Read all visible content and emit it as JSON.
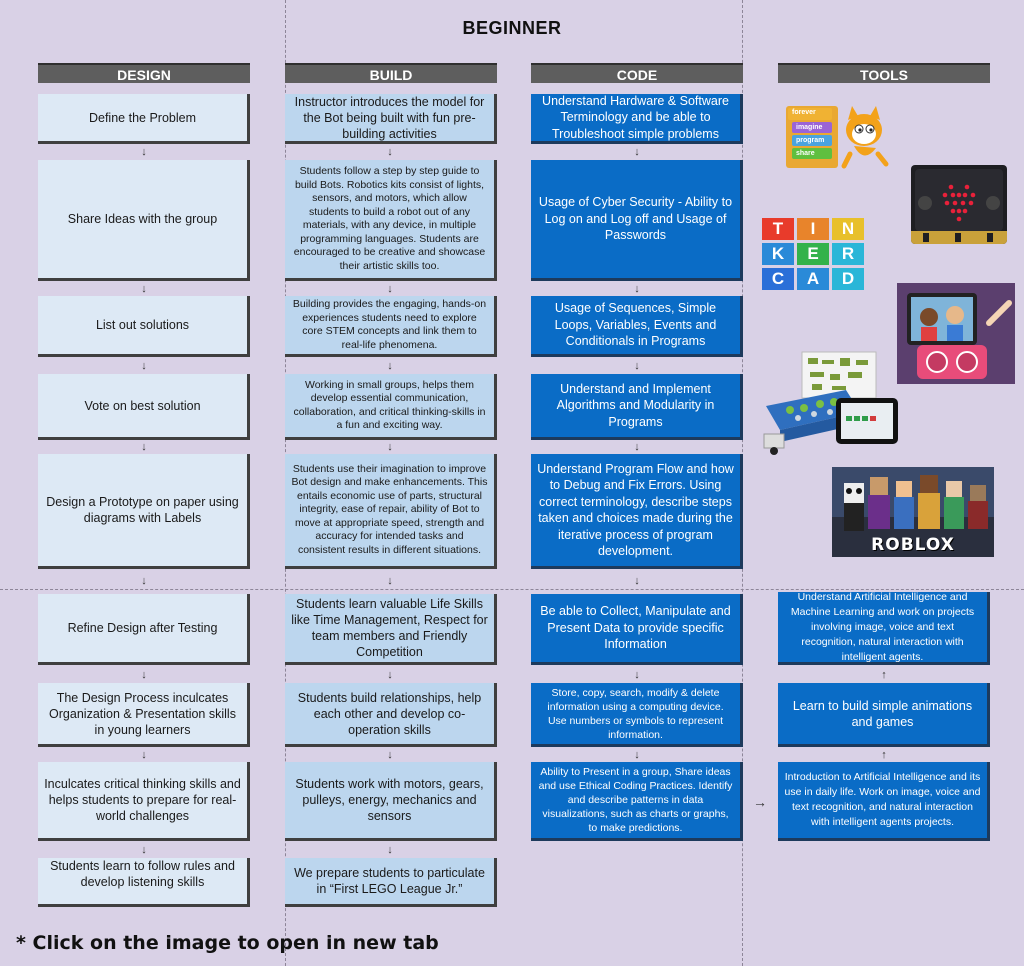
{
  "title": "BEGINNER",
  "columns": {
    "design": "DESIGN",
    "build": "BUILD",
    "code": "CODE",
    "tools": "TOOLS"
  },
  "design": [
    "Define the Problem",
    "Share Ideas with the group",
    "List out solutions",
    "Vote on best solution",
    "Design a Prototype on paper using diagrams with Labels",
    "Refine Design after Testing",
    "The Design Process inculcates Organization & Presentation skills in young learners",
    "Inculcates critical thinking skills and helps students to prepare for real-world challenges",
    "Students learn to follow rules and develop listening skills"
  ],
  "build": [
    "Instructor introduces the model for the Bot being built with fun pre-building activities",
    "Students follow a step by step guide to build Bots. Robotics kits consist of lights, sensors, and motors, which allow students to build a robot out of any materials, with any device, in multiple programming languages. Students are encouraged to be creative and showcase their artistic skills too.",
    "Building provides the engaging, hands-on experiences students need to explore core STEM concepts and link them to real-life phenomena.",
    "Working in small groups, helps them develop essential communication, collaboration, and critical thinking-skills in a fun and exciting way.",
    "Students use their imagination to improve Bot design and make enhancements. This entails economic use of parts, structural integrity, ease of repair, ability of Bot to move at appropriate speed, strength and accuracy for intended tasks and consistent results in different situations.",
    "Students learn valuable Life Skills like Time Management, Respect for team members and Friendly Competition",
    "Students build relationships, help each other and develop co-operation skills",
    "Students work with motors, gears, pulleys, energy, mechanics and sensors",
    "We prepare students to particulate in “First LEGO League Jr.”"
  ],
  "code": [
    "Understand Hardware & Software Terminology and be able to Troubleshoot simple problems",
    "Usage of Cyber Security - Ability to Log on and Log off and Usage of Passwords",
    "Usage of Sequences, Simple Loops, Variables, Events and Conditionals in Programs",
    "Understand and Implement Algorithms and Modularity in Programs",
    "Understand Program Flow and how to Debug and Fix Errors. Using correct terminology, describe steps taken and choices made during the iterative process of program development.",
    "Be able to Collect, Manipulate and Present Data to provide specific Information",
    "Store, copy, search, modify & delete information using a computing device. Use numbers or symbols to represent information.",
    "Ability to Present in a group, Share ideas and use Ethical Coding Practices. Identify and describe patterns in data visualizations, such as charts or graphs, to make predictions."
  ],
  "tools": [
    "Understand Artificial Intelligence and Machine Learning and work on projects involving image, voice and text recognition, natural interaction with intelligent agents.",
    "Learn to build simple animations and games",
    "Introduction to Artificial Intelligence and its use in daily life. Work on image, voice and text recognition, and natural interaction with intelligent agents projects."
  ],
  "images": {
    "scratch_blocks": [
      "forever",
      "imagine",
      "program",
      "share"
    ],
    "tinkercad": [
      "T",
      "I",
      "N",
      "K",
      "E",
      "R",
      "C",
      "A",
      "D"
    ],
    "roblox": "ROBLOX"
  },
  "arrow_down": "↓",
  "arrow_up": "↑",
  "arrow_right": "→",
  "footer": "* Click on the image to open in new tab"
}
